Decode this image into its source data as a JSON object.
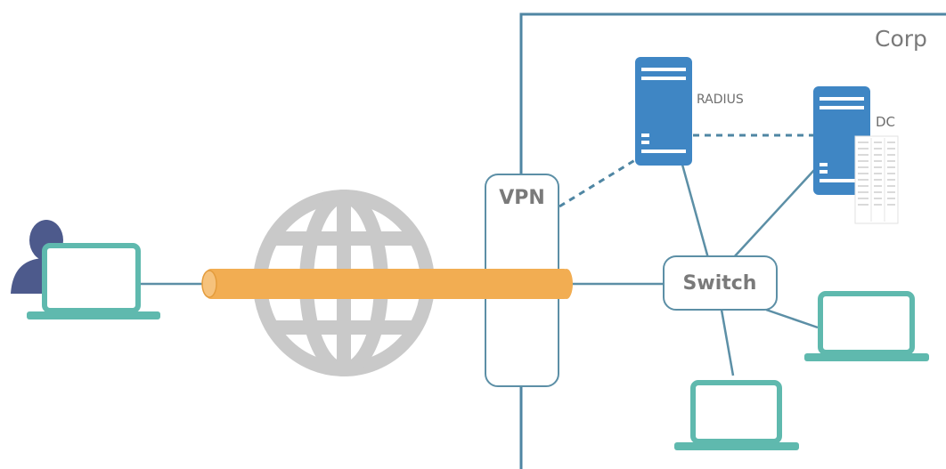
{
  "labels": {
    "corp": "Corp",
    "radius": "RADIUS",
    "dc": "DC",
    "vpn": "VPN",
    "switch": "Switch"
  },
  "colors": {
    "network_line": "#5c8fa6",
    "corp_border": "#4f86a3",
    "server_fill": "#3f86c4",
    "laptop": "#5fb9ae",
    "user": "#4d5a8c",
    "globe": "#c9c9c9",
    "tunnel": "#f2ad52",
    "label_text": "#7a7a7a"
  },
  "icons": [
    "user-icon",
    "laptop-icon",
    "globe-icon",
    "server-icon"
  ]
}
